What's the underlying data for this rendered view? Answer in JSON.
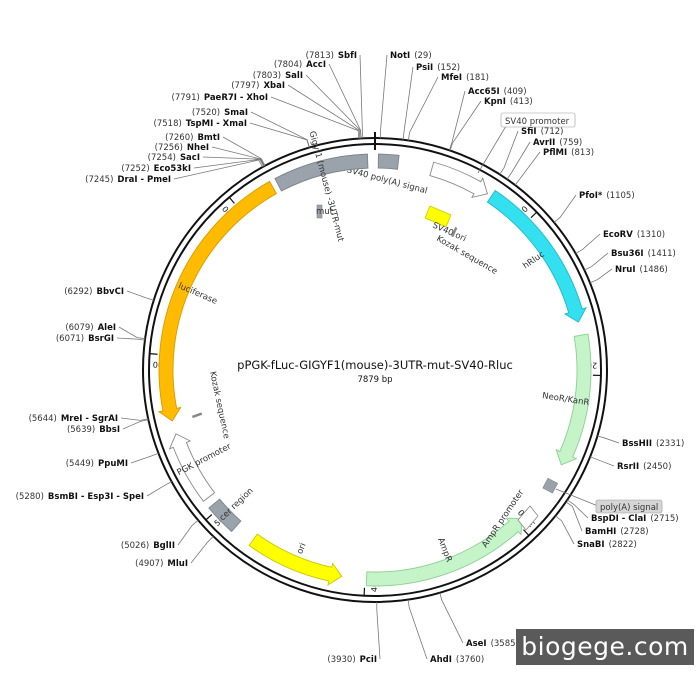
{
  "plasmid": {
    "name": "pPGK-fLuc-GIGYF1(mouse)-3UTR-mut-SV40-Rluc",
    "size_label": "7879 bp",
    "length": 7879
  },
  "watermark": "biogege.com",
  "ticks": [
    "1000",
    "2000",
    "3000",
    "4000",
    "5000",
    "6000",
    "7000"
  ],
  "features": [
    {
      "name": "SV40 poly(A) signal",
      "start": 20,
      "end": 140,
      "color": "#9aa3ab",
      "stroke": "#7d858c",
      "arrow": "none",
      "label_pos": 290
    },
    {
      "name": "SV40 promoter",
      "start": 345,
      "end": 712,
      "color": "#ffffff",
      "stroke": "#888888",
      "arrow": "fwd",
      "boxed": true
    },
    {
      "name": "hRluc",
      "start": 740,
      "end": 1680,
      "color": "#33e0f0",
      "stroke": "#1eb8c8",
      "arrow": "fwd"
    },
    {
      "name": "NeoR/KanR",
      "start": 1760,
      "end": 2560,
      "color": "#c4f4c8",
      "stroke": "#8ccf92",
      "arrow": "fwd"
    },
    {
      "name": "AmpR",
      "start": 2960,
      "end": 3990,
      "color": "#c4f4c8",
      "stroke": "#8ccf92",
      "arrow": "rev"
    },
    {
      "name": "ori",
      "start": 4140,
      "end": 4720,
      "color": "#ffff00",
      "stroke": "#c8c800",
      "arrow": "rev"
    },
    {
      "name": "cer region",
      "start": 4850,
      "end": 5040,
      "color": "#9aa3ab",
      "stroke": "#7d858c",
      "arrow": "none"
    },
    {
      "name": "PGK promoter",
      "start": 5090,
      "end": 5520,
      "color": "#ffffff",
      "stroke": "#888888",
      "arrow": "fwd"
    },
    {
      "name": "luciferase",
      "start": 5600,
      "end": 7240,
      "color": "#ffbb00",
      "stroke": "#d89a00",
      "arrow": "rev"
    },
    {
      "name": "Gigyf1 (mouse) -3UTR-mut",
      "start": 7275,
      "end": 7835,
      "color": "#9aa3ab",
      "stroke": "#7d858c",
      "arrow": "none"
    }
  ],
  "labels": {
    "mut": "mut",
    "sv40_ori": "SV40 ori",
    "kozak_inner": "Kozak sequence",
    "kozak_center": "Kozak sequence",
    "polya_signal": "poly(A) signal",
    "ampr_promoter": "AmpR promoter"
  },
  "sites": [
    {
      "name": "NotI",
      "pos": "29",
      "bp": 29
    },
    {
      "name": "PsiI",
      "pos": "152",
      "bp": 152
    },
    {
      "name": "MfeI",
      "pos": "181",
      "bp": 181
    },
    {
      "name": "Acc65I",
      "pos": "409",
      "bp": 409
    },
    {
      "name": "KpnI",
      "pos": "413",
      "bp": 413
    },
    {
      "name": "SfiI",
      "pos": "712",
      "bp": 712
    },
    {
      "name": "AvrII",
      "pos": "759",
      "bp": 759
    },
    {
      "name": "PflMI",
      "pos": "813",
      "bp": 813
    },
    {
      "name": "PfoI*",
      "pos": "1105",
      "bp": 1105
    },
    {
      "name": "EcoRV",
      "pos": "1310",
      "bp": 1310
    },
    {
      "name": "Bsu36I",
      "pos": "1411",
      "bp": 1411
    },
    {
      "name": "NruI",
      "pos": "1486",
      "bp": 1486
    },
    {
      "name": "BssHII",
      "pos": "2331",
      "bp": 2331
    },
    {
      "name": "RsrII",
      "pos": "2450",
      "bp": 2450
    },
    {
      "name": "BspDI - ClaI",
      "pos": "2715",
      "bp": 2715
    },
    {
      "name": "BamHI",
      "pos": "2728",
      "bp": 2728
    },
    {
      "name": "SnaBI",
      "pos": "2822",
      "bp": 2822
    },
    {
      "name": "AseI",
      "pos": "3585",
      "bp": 3585
    },
    {
      "name": "AhdI",
      "pos": "3760",
      "bp": 3760
    },
    {
      "name": "PciI",
      "pos": "3930",
      "bp": 3930
    },
    {
      "name": "MluI",
      "pos": "4907",
      "bp": 4907
    },
    {
      "name": "BglII",
      "pos": "5026",
      "bp": 5026
    },
    {
      "name": "BsmBI - Esp3I - SpeI",
      "pos": "5280",
      "bp": 5280
    },
    {
      "name": "PpuMI",
      "pos": "5449",
      "bp": 5449
    },
    {
      "name": "BbsI",
      "pos": "5639",
      "bp": 5639
    },
    {
      "name": "MreI - SgrAI",
      "pos": "5644",
      "bp": 5644
    },
    {
      "name": "BsrGI",
      "pos": "6071",
      "bp": 6071
    },
    {
      "name": "AleI",
      "pos": "6079",
      "bp": 6079
    },
    {
      "name": "BbvCI",
      "pos": "6292",
      "bp": 6292
    },
    {
      "name": "DraI - PmeI",
      "pos": "7245",
      "bp": 7245
    },
    {
      "name": "Eco53kI",
      "pos": "7252",
      "bp": 7252
    },
    {
      "name": "SacI",
      "pos": "7254",
      "bp": 7254
    },
    {
      "name": "NheI",
      "pos": "7256",
      "bp": 7256
    },
    {
      "name": "BmtI",
      "pos": "7260",
      "bp": 7260
    },
    {
      "name": "TspMI - XmaI",
      "pos": "7518",
      "bp": 7518
    },
    {
      "name": "SmaI",
      "pos": "7520",
      "bp": 7520
    },
    {
      "name": "PaeR7I - XhoI",
      "pos": "7791",
      "bp": 7791
    },
    {
      "name": "XbaI",
      "pos": "7797",
      "bp": 7797
    },
    {
      "name": "SalI",
      "pos": "7803",
      "bp": 7803
    },
    {
      "name": "AccI",
      "pos": "7804",
      "bp": 7804
    },
    {
      "name": "SbfI",
      "pos": "7813",
      "bp": 7813
    }
  ]
}
